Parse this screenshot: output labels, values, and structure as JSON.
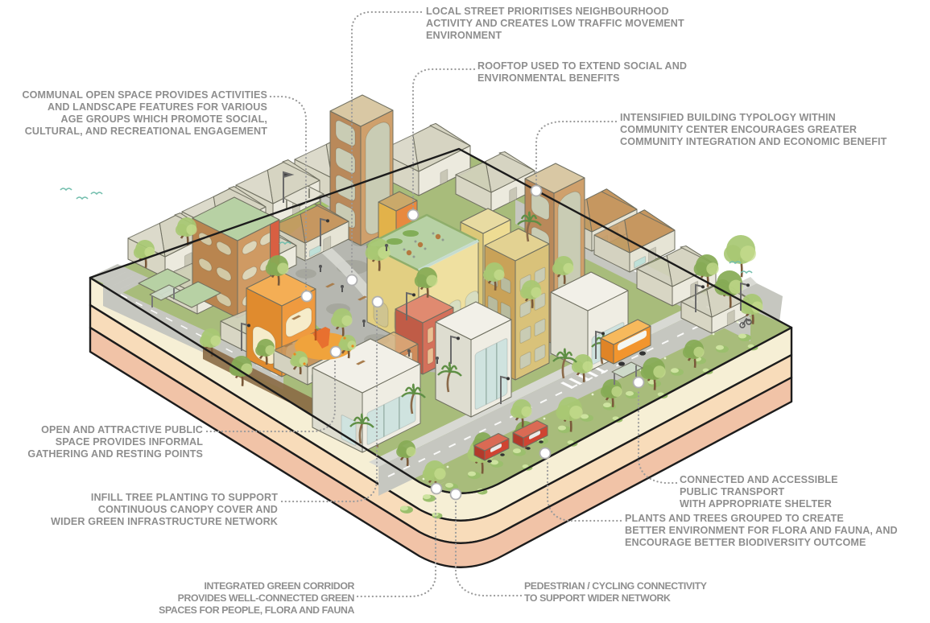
{
  "diagram": {
    "type": "isometric-urban-block-annotated",
    "callouts": {
      "local_street": {
        "lines": [
          "LOCAL STREET PRIORITISES NEIGHBOURHOOD",
          "ACTIVITY AND CREATES LOW TRAFFIC MOVEMENT",
          "ENVIRONMENT"
        ]
      },
      "rooftop": {
        "lines": [
          "ROOFTOP USED TO EXTEND SOCIAL AND",
          "ENVIRONMENTAL BENEFITS"
        ]
      },
      "communal": {
        "lines": [
          "COMMUNAL OPEN SPACE PROVIDES ACTIVITIES",
          "AND LANDSCAPE FEATURES FOR VARIOUS",
          "AGE GROUPS WHICH PROMOTE SOCIAL,",
          "CULTURAL, AND RECREATIONAL ENGAGEMENT"
        ]
      },
      "intensified": {
        "lines": [
          "INTENSIFIED BUILDING TYPOLOGY WITHIN",
          "COMMUNITY CENTER ENCOURAGES GREATER",
          "COMMUNITY INTEGRATION AND ECONOMIC BENEFIT"
        ]
      },
      "open_attractive": {
        "lines": [
          "OPEN AND ATTRACTIVE PUBLIC",
          "SPACE PROVIDES INFORMAL",
          "GATHERING AND RESTING POINTS"
        ]
      },
      "infill": {
        "lines": [
          "INFILL TREE PLANTING TO SUPPORT",
          "CONTINUOUS CANOPY COVER AND",
          "WIDER GREEN INFRASTRUCTURE NETWORK"
        ]
      },
      "integrated": {
        "lines": [
          "INTEGRATED GREEN CORRIDOR",
          "PROVIDES WELL-CONNECTED GREEN",
          "SPACES FOR PEOPLE, FLORA AND FAUNA"
        ]
      },
      "pedestrian": {
        "lines": [
          "PEDESTRIAN / CYCLING CONNECTIVITY",
          "TO SUPPORT WIDER NETWORK"
        ]
      },
      "plants": {
        "lines": [
          "PLANTS AND TREES GROUPED TO CREATE",
          "BETTER ENVIRONMENT FOR FLORA AND FAUNA, AND",
          "ENCOURAGE BETTER BIODIVERSITY OUTCOME"
        ]
      },
      "transport": {
        "lines": [
          "CONNECTED AND ACCESSIBLE",
          "PUBLIC TRANSPORT",
          "WITH APPROPRIATE SHELTER"
        ]
      }
    },
    "colors": {
      "text": "#8e8e8e",
      "leader": "#9b9b9b",
      "anchor_fill": "#ffffff",
      "anchor_stroke": "#b0b0b0",
      "outline": "#1c1c1c",
      "base_top": "#a8bc7b",
      "band_cream": "#f6efd5",
      "band_peach": "#f8dcba",
      "band_salmon": "#f1c3a7",
      "street": "#c6c7c0",
      "plaza": "#b6b7b0",
      "plaza_dark": "#95978c",
      "path_light": "#d8d9d3",
      "lane_brown": "#8a6a45",
      "lawn": "#a5c46a",
      "shrub_light": "#cde39f",
      "shrub_mid": "#9bbf6d",
      "shrub_dark": "#7ca84f",
      "tree_light": "#c6dc8e",
      "tree_mid": "#a8c873",
      "tree_dark": "#86ab55",
      "trunk": "#7a5a3a",
      "house_wall": "#eceade",
      "house_wall_shade": "#d8d6c4",
      "house_roof": "#d6d4c2",
      "brown_roof": "#c69760",
      "tower_left": "#b9895a",
      "tower_right": "#cfa06c",
      "window_pane": "#c9ccb4",
      "podium_left": "#e2cf82",
      "podium_right": "#efe0a0",
      "terrace_green": "#b7d1a4",
      "mustard": "#d9c27a",
      "pale_yellow": "#eedc93",
      "orange_bld": "#ef9a3f",
      "red_bld": "#d4705a",
      "red_accent": "#d85f42",
      "commercial": "#efede3",
      "commercial_shade": "#deddd0",
      "storefront": "#cfe3df",
      "bus": "#f2952e",
      "car": "#cf4432",
      "bird": "#74bfae",
      "playground": "#f0a33c",
      "slide": "#e8702f"
    }
  }
}
